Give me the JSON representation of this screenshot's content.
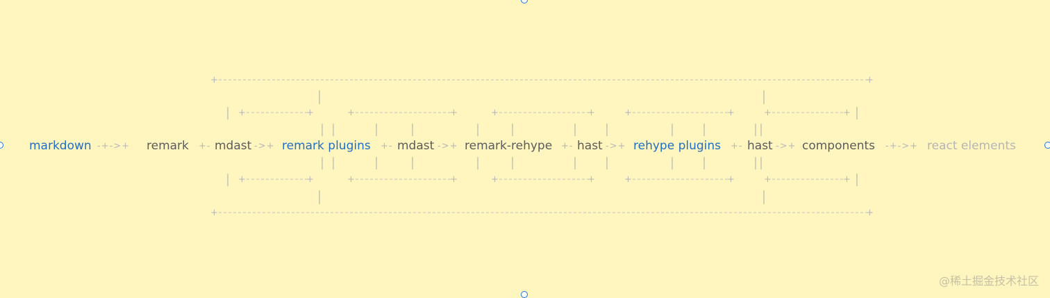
{
  "nodes": {
    "markdown": "markdown",
    "remark": "remark",
    "mdast": "mdast",
    "remark_plugins": "remark plugins",
    "remark_rehype": "remark-rehype",
    "hast": "hast",
    "rehype_plugins": "rehype plugins",
    "components": "components",
    "react_elements": "react elements"
  },
  "connectors": {
    "arrow": "-+->+",
    "lead": "+-",
    "short_arrow": "->+"
  },
  "watermark": "@稀土掘金技术社区",
  "colors": {
    "background": "#fff6bf",
    "highlight_text": "#1f6ec4",
    "normal_text": "#5b5b5b",
    "muted_text": "#b5b5b5",
    "connector": "#b8b8b8"
  }
}
